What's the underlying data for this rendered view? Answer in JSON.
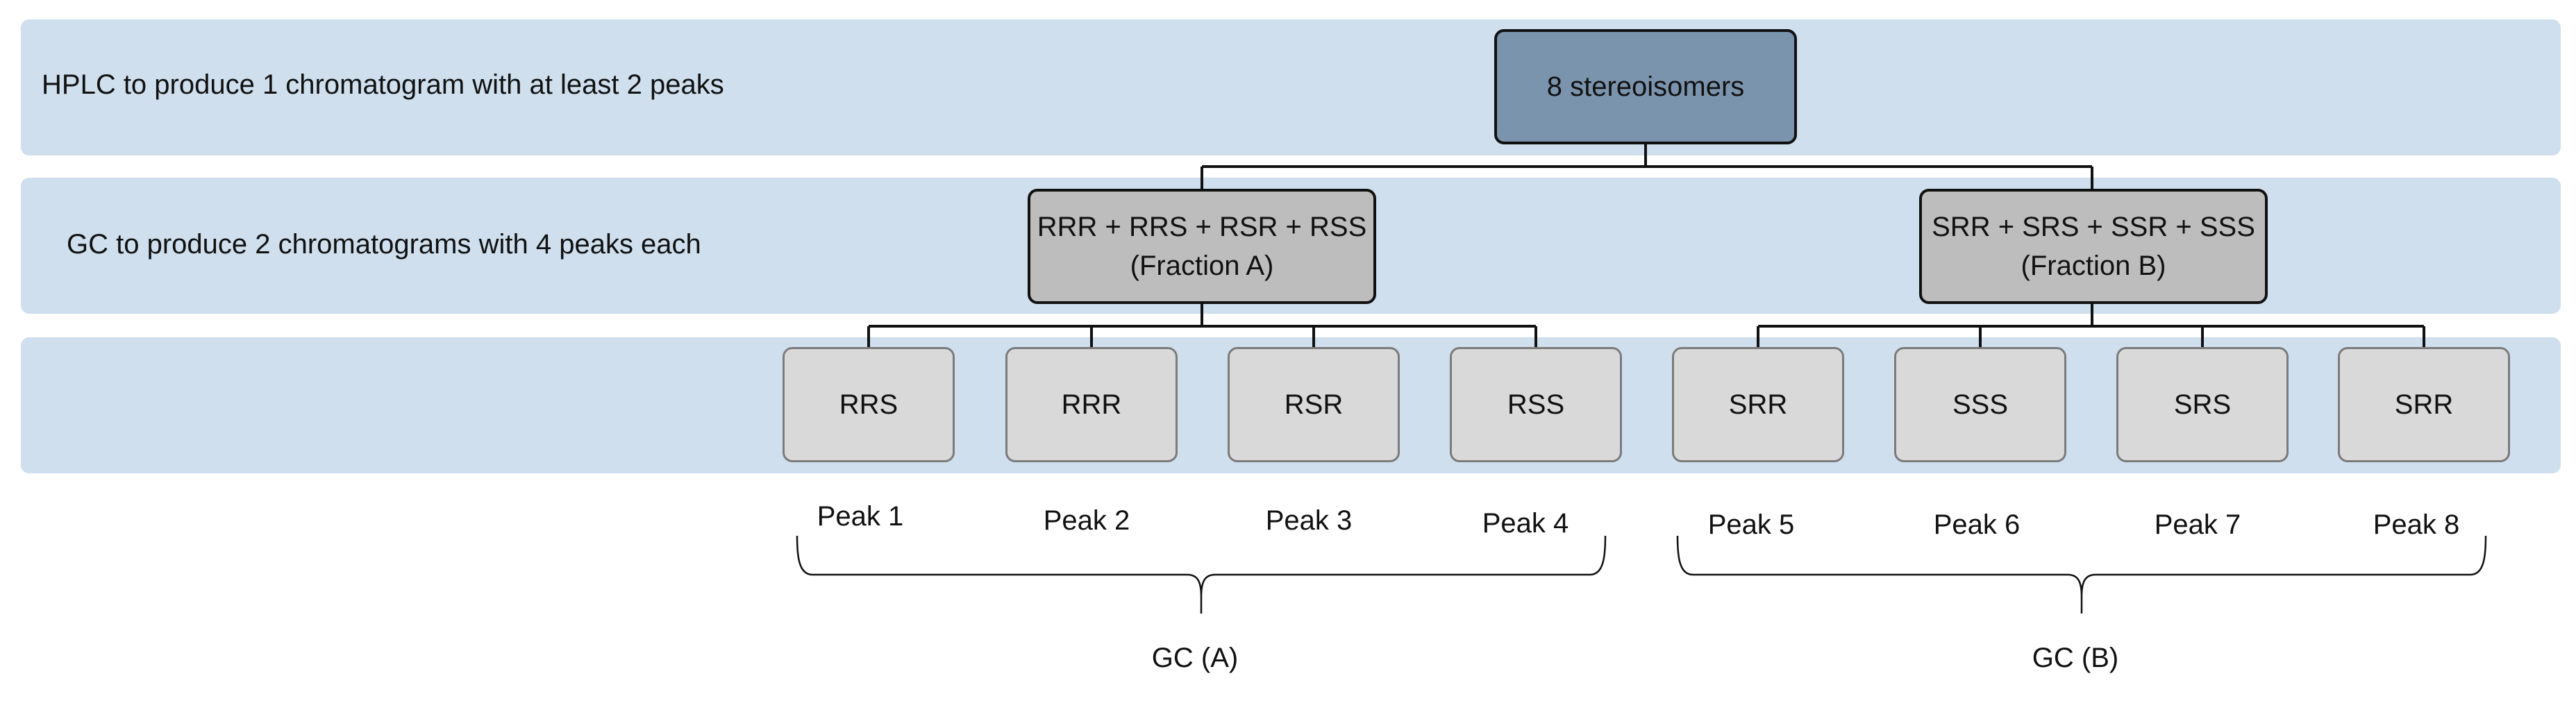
{
  "colors": {
    "band_background": "#cfdfee",
    "root_fill": "#7b94ad",
    "fraction_fill": "#bdbdbd",
    "leaf_fill": "#d9d9d9",
    "leaf_border": "#7b7b7b",
    "line": "#111111"
  },
  "rows": {
    "hplc": "HPLC to produce 1 chromatogram with at least 2 peaks",
    "gc": "GC to produce 2 chromatograms with 4 peaks each"
  },
  "root": {
    "label": "8 stereoisomers"
  },
  "fractions": [
    {
      "line1": "RRR + RRS + RSR + RSS",
      "line2": "(Fraction A)"
    },
    {
      "line1": "SRR + SRS + SSR + SSS",
      "line2": "(Fraction B)"
    }
  ],
  "leaves": [
    "RRS",
    "RRR",
    "RSR",
    "RSS",
    "SRR",
    "SSS",
    "SRS",
    "SRR"
  ],
  "peaks": [
    "Peak 1",
    "Peak 2",
    "Peak 3",
    "Peak 4",
    "Peak 5",
    "Peak 6",
    "Peak 7",
    "Peak 8"
  ],
  "groups": [
    "GC (A)",
    "GC (B)"
  ]
}
